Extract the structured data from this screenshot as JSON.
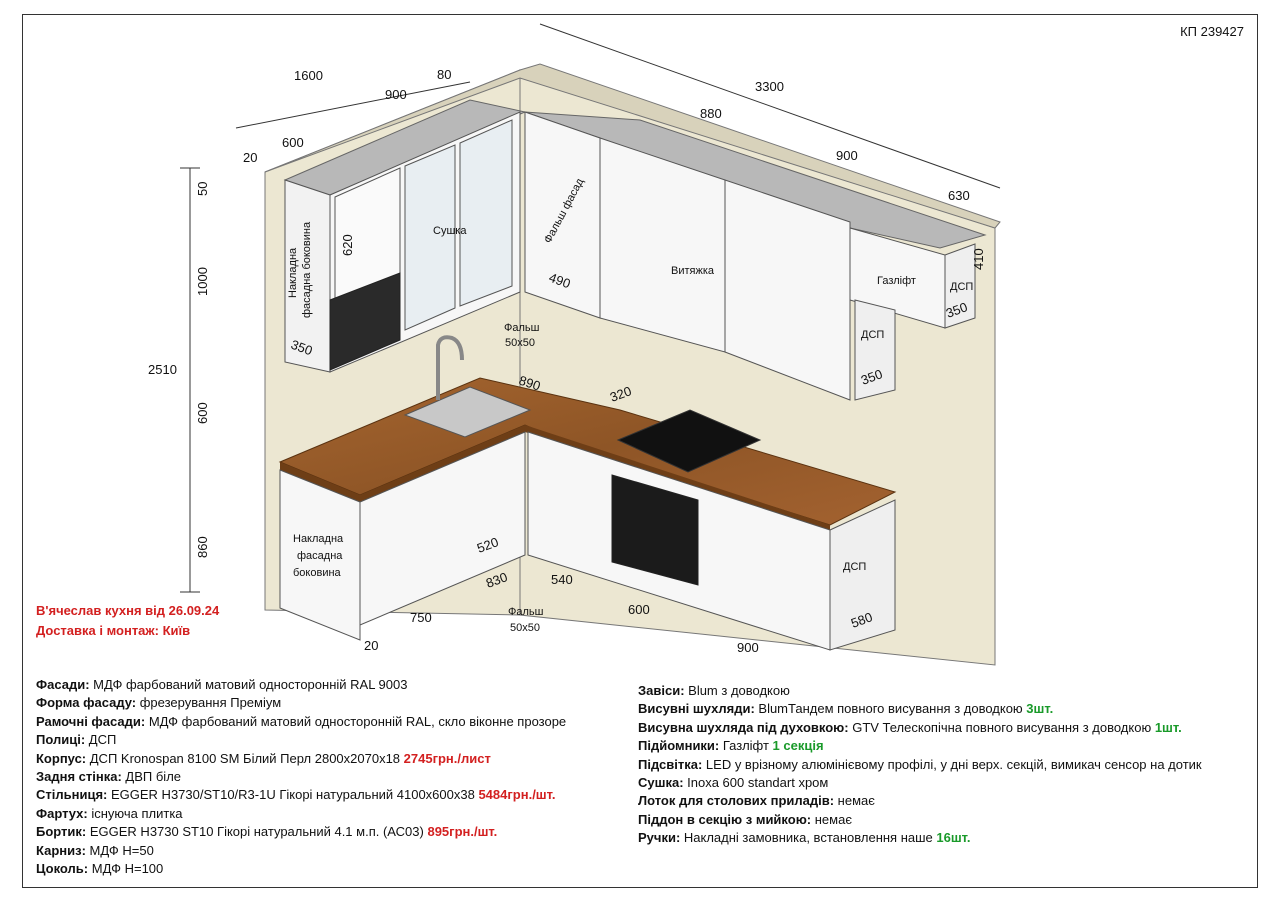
{
  "project_code": "КП 239427",
  "header_notes": [
    "В'ячеслав кухня від 26.09.24",
    "Доставка і монтаж: Київ"
  ],
  "dimensions": {
    "top_left_width": "1600",
    "upper_left_900": "900",
    "top_80": "80",
    "top_600": "600",
    "left_20_top": "20",
    "total_3300": "3300",
    "upper_880": "880",
    "upper_900": "900",
    "upper_630": "630",
    "height_total": "2510",
    "height_50": "50",
    "height_1000": "1000",
    "height_600": "600",
    "height_860": "860",
    "cab_620": "620",
    "cab_350_left": "350",
    "cab_490": "490",
    "cab_410": "410",
    "cab_350_right": "350",
    "cab_350_mid": "350",
    "counter_890": "890",
    "counter_320": "320",
    "base_520": "520",
    "base_830": "830",
    "base_540": "540",
    "base_750": "750",
    "base_600": "600",
    "base_900": "900",
    "base_580": "580",
    "bottom_20": "20"
  },
  "labels": {
    "side_panel_upper": [
      "Накладна",
      "фасадна боковина"
    ],
    "dryer": "Сушка",
    "rebate_facade": "Фальш фасад",
    "hood": "Витяжка",
    "gas_lift": "Газліфт",
    "dsp_upper": "ДСП",
    "dsp_mid": "ДСП",
    "rebate_upper": [
      "Фальш",
      "50х50"
    ],
    "side_panel_base": [
      "Накладна",
      "фасадна",
      "боковина"
    ],
    "rebate_base": [
      "Фальш",
      "50х50"
    ],
    "dsp_base": "ДСП"
  },
  "specs_left": [
    {
      "key": "Фасади:",
      "text": " МДФ фарбований матовий односторонній RAL 9003",
      "price": "",
      "qty": ""
    },
    {
      "key": "Форма фасаду:",
      "text": " фрезерування Преміум",
      "price": "",
      "qty": ""
    },
    {
      "key": "Рамочні фасади:",
      "text": " МДФ фарбований матовий односторонній RAL, скло віконне прозоре",
      "price": "",
      "qty": ""
    },
    {
      "key": "Полиці:",
      "text": " ДСП",
      "price": "",
      "qty": ""
    },
    {
      "key": "Корпус:",
      "text": " ДСП Kronospan 8100 SM Білий Перл 2800х2070х18 ",
      "price": "2745грн./лист",
      "qty": ""
    },
    {
      "key": "Задня стінка:",
      "text": " ДВП біле",
      "price": "",
      "qty": ""
    },
    {
      "key": "Стільниця:",
      "text": " EGGER H3730/ST10/R3-1U Гікорі натуральний 4100х600х38 ",
      "price": "5484грн./шт.",
      "qty": ""
    },
    {
      "key": "Фартух:",
      "text": " існуюча плитка",
      "price": "",
      "qty": ""
    },
    {
      "key": "Бортик:",
      "text": " EGGER H3730 ST10 Гікорі натуральний 4.1 м.п. (АС03) ",
      "price": "895грн./шт.",
      "qty": ""
    },
    {
      "key": "Карниз:",
      "text": " МДФ Н=50",
      "price": "",
      "qty": ""
    },
    {
      "key": "Цоколь:",
      "text": " МДФ Н=100",
      "price": "",
      "qty": ""
    }
  ],
  "specs_right": [
    {
      "key": "Завіси:",
      "text": " Blum з доводкою",
      "price": "",
      "qty": ""
    },
    {
      "key": "Висувні шухляди:",
      "text": " BlumТандем повного висування з доводкою ",
      "price": "",
      "qty": "3шт."
    },
    {
      "key": "Висувна шухляда під духовкою:",
      "text": " GTV Телескопічна повного висування з доводкою ",
      "price": "",
      "qty": "1шт."
    },
    {
      "key": "Підйомники:",
      "text": " Газліфт ",
      "price": "",
      "qty": "1 секція"
    },
    {
      "key": "Підсвітка:",
      "text": " LED у врізному алюмінієвому профілі, у дні верх. секцій, вимикач сенсор на дотик",
      "price": "",
      "qty": ""
    },
    {
      "key": "Сушка:",
      "text": " Inoxa 600 standart хром",
      "price": "",
      "qty": ""
    },
    {
      "key": "Лоток для столових приладів:",
      "text": " немає",
      "price": "",
      "qty": ""
    },
    {
      "key": "Піддон в секцію з мийкою:",
      "text": " немає",
      "price": "",
      "qty": ""
    },
    {
      "key": "Ручки:",
      "text": " Накладні замовника, встановлення наше ",
      "price": "",
      "qty": "16шт."
    }
  ]
}
